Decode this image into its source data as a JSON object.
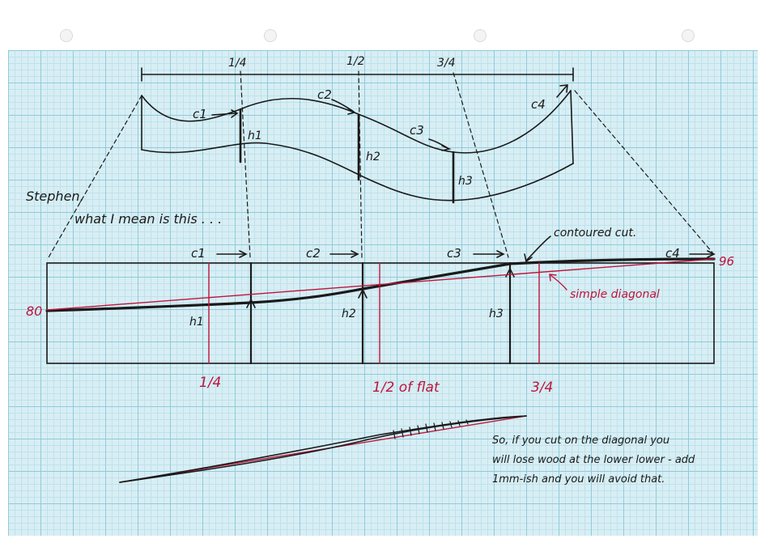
{
  "colors": {
    "ink": "#1a1a1a",
    "red_ink": "#c0143c",
    "grid_major": "#8fcbdc",
    "grid_minor": "#bfe2eb",
    "paper": "#d8eef4"
  },
  "top_sketch": {
    "fractions": [
      "1/4",
      "1/2",
      "3/4"
    ],
    "callouts": [
      "c1",
      "c2",
      "c3",
      "c4"
    ],
    "heights": [
      "h1",
      "h2",
      "h3"
    ]
  },
  "note_left": {
    "line1": "Stephen,",
    "line2": "what I mean is this . . ."
  },
  "flat_diagram": {
    "c_labels": [
      "c1",
      "c2",
      "c3",
      "c4"
    ],
    "h_labels": [
      "h1",
      "h2",
      "h3"
    ],
    "left_value": "80",
    "right_value": "96",
    "contoured_label": "contoured cut.",
    "diagonal_label": "simple diagonal",
    "red_fractions": {
      "quarter": "1/4",
      "half": "1/2 of flat",
      "three_quarter": "3/4"
    }
  },
  "bottom_note": {
    "line1": "So, if you cut on the diagonal you",
    "line2": "will lose wood at the lower lower - add",
    "line3": "1mm-ish and you will avoid that."
  }
}
